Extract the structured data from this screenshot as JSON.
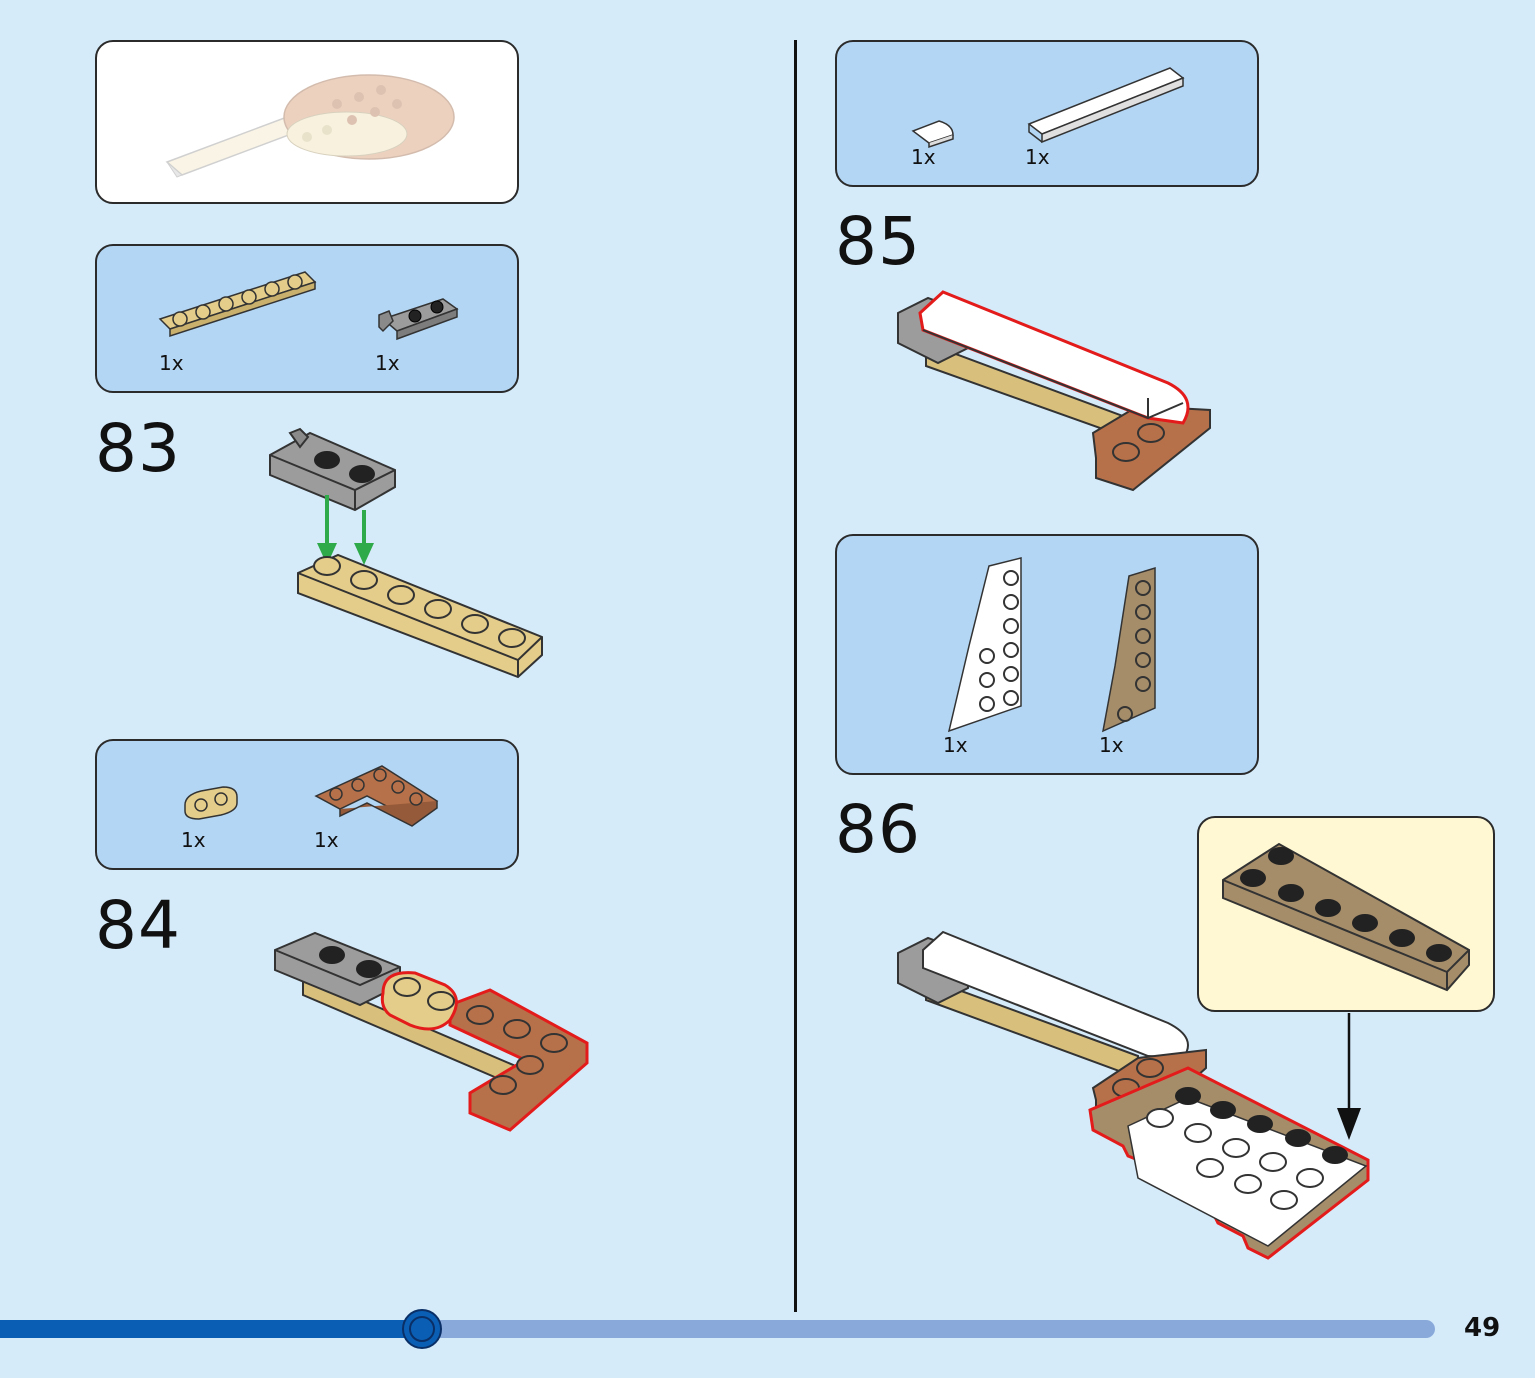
{
  "page": {
    "number": "49",
    "progress": 0.294,
    "colors": {
      "background": "#d5ebfa",
      "parts_box": "#b3d6f4",
      "highlight": "#e31b1b",
      "arrow_green": "#2faa4a",
      "progress_done": "#0a5fb4",
      "progress_remaining": "#8aa9db"
    }
  },
  "left": {
    "parts_83": [
      {
        "qty": "1x",
        "part": "tan-plate-1x6"
      },
      {
        "qty": "1x",
        "part": "grey-clip-plate"
      }
    ],
    "step_83": "83",
    "parts_84": [
      {
        "qty": "1x",
        "part": "tan-plate-1x2-round"
      },
      {
        "qty": "1x",
        "part": "brown-corner-plate"
      }
    ],
    "step_84": "84"
  },
  "right": {
    "parts_85": [
      {
        "qty": "1x",
        "part": "white-tile-quarter-round"
      },
      {
        "qty": "1x",
        "part": "white-tile-long"
      }
    ],
    "step_85": "85",
    "parts_86": [
      {
        "qty": "1x",
        "part": "white-wedge-plate"
      },
      {
        "qty": "1x",
        "part": "dark-tan-wedge-plate"
      }
    ],
    "step_86": "86"
  }
}
